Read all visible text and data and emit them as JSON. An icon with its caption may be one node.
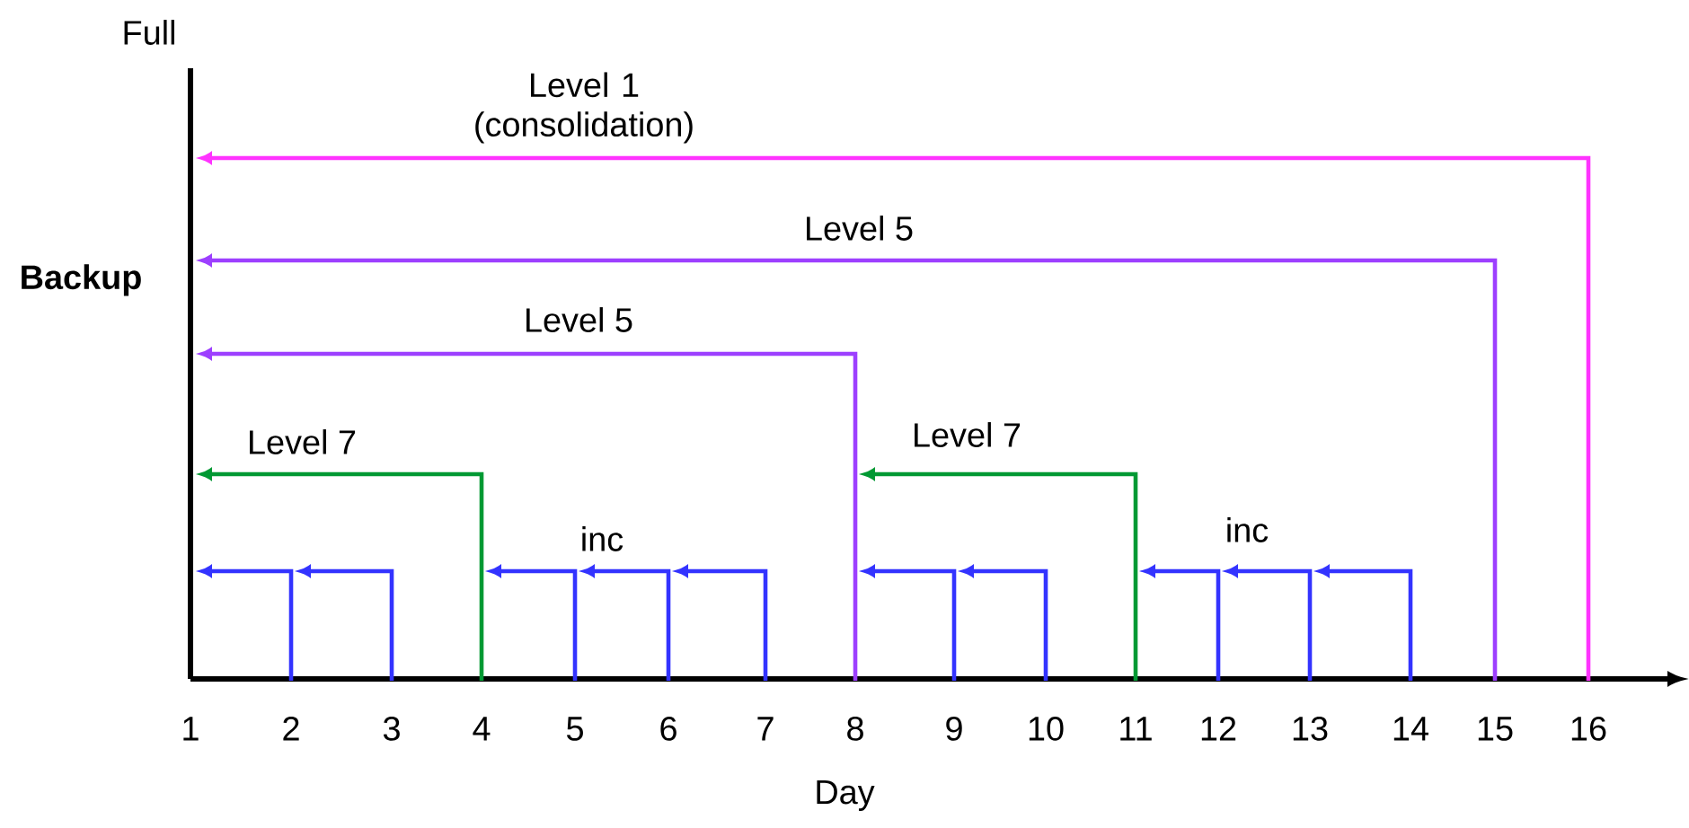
{
  "diagram": {
    "nodes": [
      {
        "text": [
          "1"
        ]
      },
      {
        "text": [
          "2"
        ]
      },
      {
        "text": [
          "3"
        ]
      },
      {
        "text": [
          "4"
        ]
      },
      {
        "text": [
          "5"
        ]
      },
      {
        "text": [
          "6"
        ]
      },
      {
        "text": [
          "7"
        ]
      },
      {
        "text": [
          "8"
        ]
      },
      {
        "text": [
          "9"
        ]
      },
      {
        "text": [
          "10"
        ]
      },
      {
        "text": [
          "11"
        ]
      },
      {
        "text": [
          "12"
        ]
      },
      {
        "text": [
          "13"
        ]
      },
      {
        "text": [
          "14"
        ]
      },
      {
        "text": [
          "15"
        ]
      },
      {
        "text": [
          "16"
        ]
      }
    ],
    "edges": [
      {
        "from": 15,
        "to": null,
        "arrow": "to",
        "label": "Level 1 (consolidation)",
        "color": "#ff33ff"
      },
      {
        "from": 14,
        "to": null,
        "arrow": "to",
        "label": "Level 5",
        "color": "#9d3fff"
      },
      {
        "from": 7,
        "to": null,
        "arrow": "to",
        "label": "Level 5",
        "color": "#9d3fff"
      },
      {
        "from": 3,
        "to": null,
        "arrow": "to",
        "label": "Level 7",
        "color": "#009933"
      },
      {
        "from": 10,
        "to": null,
        "arrow": "to",
        "label": "Level 7",
        "color": "#009933"
      },
      {
        "from": 1,
        "to": null,
        "arrow": "to"
      },
      {
        "from": 2,
        "to": null,
        "arrow": "to"
      },
      {
        "from": 4,
        "to": null,
        "arrow": "to"
      },
      {
        "from": 5,
        "to": null,
        "arrow": "to",
        "label": "inc"
      },
      {
        "from": 6,
        "to": null,
        "arrow": "to"
      },
      {
        "from": 8,
        "to": null,
        "arrow": "to"
      },
      {
        "from": 9,
        "to": null,
        "arrow": "to"
      },
      {
        "from": 11,
        "to": null,
        "arrow": "to"
      },
      {
        "from": 12,
        "to": null,
        "arrow": "to",
        "label": "inc"
      },
      {
        "from": 13,
        "to": null,
        "arrow": "to"
      }
    ],
    "labels": [
      "Full",
      "Backup",
      "Day"
    ]
  }
}
